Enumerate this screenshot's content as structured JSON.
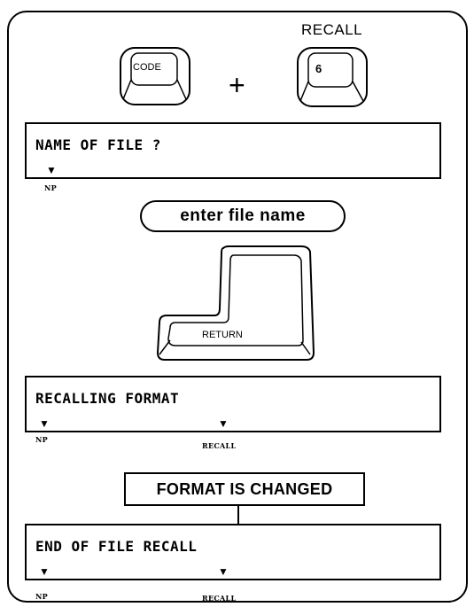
{
  "header": {
    "recall_caption": "RECALL",
    "plus_sign": "+"
  },
  "keys": {
    "code_key": "CODE",
    "six_key": "6",
    "return_key": "RETURN"
  },
  "displays": [
    {
      "text": "NAME OF FILE ?",
      "indicators": [
        "NP"
      ]
    },
    {
      "text": "RECALLING FORMAT",
      "indicators": [
        "NP",
        "RECALL"
      ]
    },
    {
      "text": "END OF FILE RECALL",
      "indicators": [
        "NP",
        "RECALL"
      ]
    }
  ],
  "instruction": "enter file name",
  "status_message": "FORMAT IS CHANGED",
  "marker_glyph": "▼"
}
